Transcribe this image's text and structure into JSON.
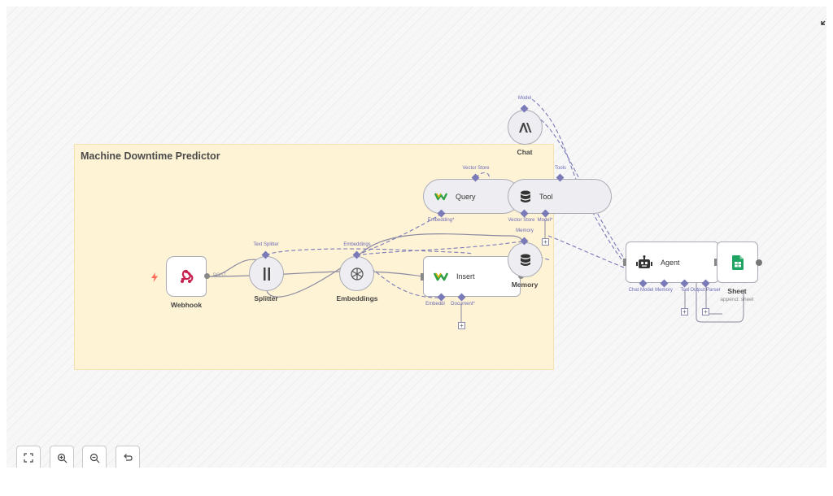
{
  "sticky_note": {
    "title": "Machine Downtime Predictor"
  },
  "nodes": {
    "webhook": {
      "title": "Webhook",
      "output_label": "POST"
    },
    "splitter": {
      "title": "Splitter"
    },
    "embeddings": {
      "title": "Embeddings"
    },
    "insert": {
      "label": "Insert"
    },
    "memory": {
      "title": "Memory"
    },
    "chat": {
      "title": "Chat"
    },
    "query": {
      "label": "Query"
    },
    "tool": {
      "label": "Tool"
    },
    "agent": {
      "label": "Agent"
    },
    "sheet": {
      "title": "Sheet",
      "subtitle": "append: sheet"
    }
  },
  "handles": {
    "text_splitter": "Text Splitter",
    "embeddings": "Embeddings",
    "embedding_star": "Embedding*",
    "document_star": "Document*",
    "embeddi": "Embeddi",
    "vector_store_top": "Vector Store",
    "vector_store_bottom": "Vector Store",
    "tools": "Tools",
    "model": "Model",
    "model_star": "Model*",
    "memory": "Memory",
    "chat_model": "Chat Model",
    "agent_memory": "Memory",
    "tool": "Tool",
    "output_parser": "Output Parser"
  },
  "icons": {
    "webhook": "webhook-icon",
    "splitter": "splitter-icon",
    "embeddings": "openai-icon",
    "insert": "weaviate-icon",
    "query": "weaviate-icon",
    "tool": "database-icon",
    "memory": "database-icon",
    "chat": "anthropic-icon",
    "agent": "robot-icon",
    "sheet": "google-sheets-icon",
    "trigger": "lightning-icon"
  },
  "controls": {
    "fit": "fit-view-button",
    "zoom_in": "zoom-in-button",
    "zoom_out": "zoom-out-button",
    "undo": "undo-button"
  },
  "colors": {
    "connector": "#7a7ab8",
    "sticky": "#fff3d6",
    "sheets_green": "#1fa463",
    "webhook_red": "#c7224f",
    "trigger_orange": "#ff6d5a"
  }
}
